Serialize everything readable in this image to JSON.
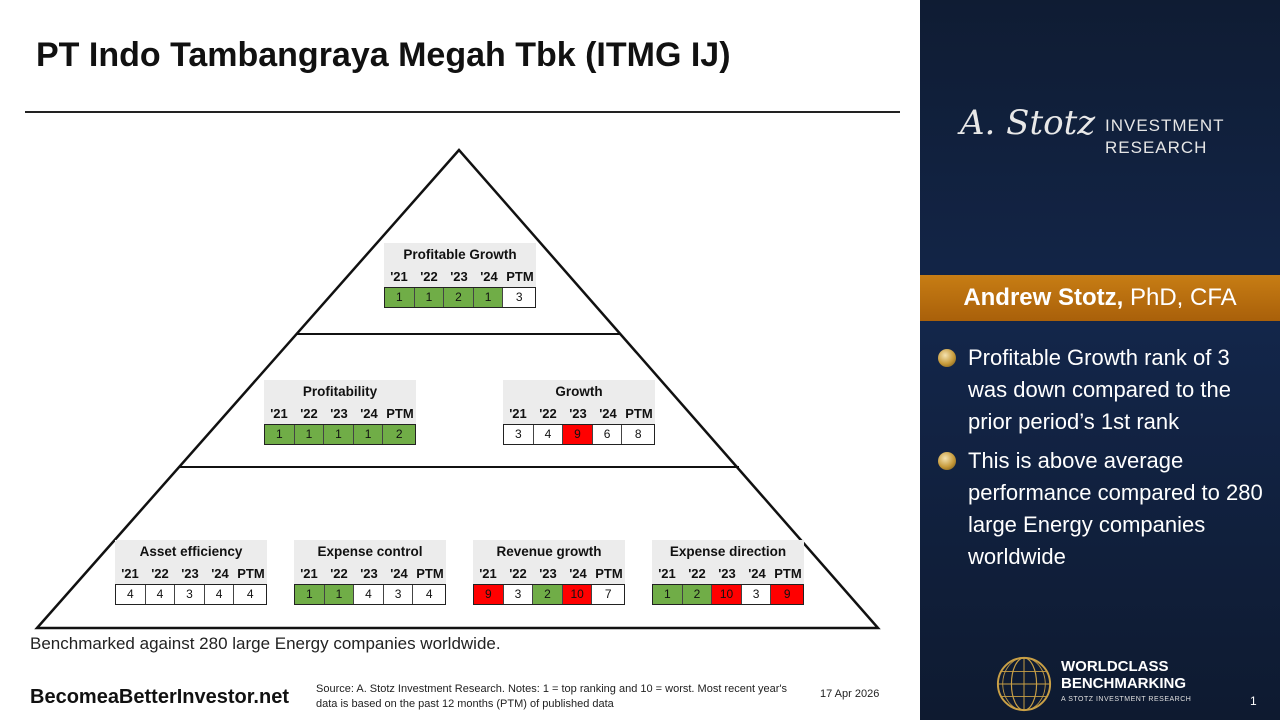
{
  "title": "PT Indo Tambangraya Megah Tbk (ITMG IJ)",
  "year_headers": [
    "'21",
    "'22",
    "'23",
    "'24",
    "PTM"
  ],
  "colors": {
    "good": "#70ad47",
    "bad": "#ff0000",
    "neutral": "#ffffff",
    "accent": "#b8690d",
    "sidebar": "#13264a"
  },
  "boxes": {
    "profitable_growth": {
      "label": "Profitable Growth",
      "values": [
        1,
        1,
        2,
        1,
        3
      ],
      "status": [
        "g",
        "g",
        "g",
        "g",
        "w"
      ]
    },
    "profitability": {
      "label": "Profitability",
      "values": [
        1,
        1,
        1,
        1,
        2
      ],
      "status": [
        "g",
        "g",
        "g",
        "g",
        "g"
      ]
    },
    "growth": {
      "label": "Growth",
      "values": [
        3,
        4,
        9,
        6,
        8
      ],
      "status": [
        "w",
        "w",
        "r",
        "w",
        "w"
      ]
    },
    "asset_efficiency": {
      "label": "Asset efficiency",
      "values": [
        4,
        4,
        3,
        4,
        4
      ],
      "status": [
        "w",
        "w",
        "w",
        "w",
        "w"
      ]
    },
    "expense_control": {
      "label": "Expense control",
      "values": [
        1,
        1,
        4,
        3,
        4
      ],
      "status": [
        "g",
        "g",
        "w",
        "w",
        "w"
      ]
    },
    "revenue_growth": {
      "label": "Revenue growth",
      "values": [
        9,
        3,
        2,
        10,
        7
      ],
      "status": [
        "r",
        "w",
        "g",
        "r",
        "w"
      ]
    },
    "expense_direction": {
      "label": "Expense direction",
      "values": [
        1,
        2,
        10,
        3,
        9
      ],
      "status": [
        "g",
        "g",
        "r",
        "w",
        "r"
      ]
    }
  },
  "benchmark_note": "Benchmarked against 280 large Energy companies worldwide.",
  "website": "BecomeaBetterInvestor.net",
  "source": "Source: A. Stotz Investment Research. Notes: 1 = top ranking and 10 = worst. Most recent year's data is based on the past 12 months (PTM) of published data",
  "date": "17 Apr 2026",
  "sidebar": {
    "logo_signature": "A. Stotz",
    "logo_line1": "INVESTMENT",
    "logo_line2": "RESEARCH",
    "author_name": "Andrew Stotz,",
    "author_credentials": " PhD, CFA",
    "bullets": [
      "Profitable Growth rank of 3 was down compared to the prior period’s 1st rank",
      "This is above average performance compared to 280 large Energy companies worldwide"
    ],
    "wcb_line1": "WORLDCLASS",
    "wcb_line2": "BENCHMARKING",
    "wcb_sub": "A STOTZ INVESTMENT RESEARCH",
    "page_number": "1"
  }
}
